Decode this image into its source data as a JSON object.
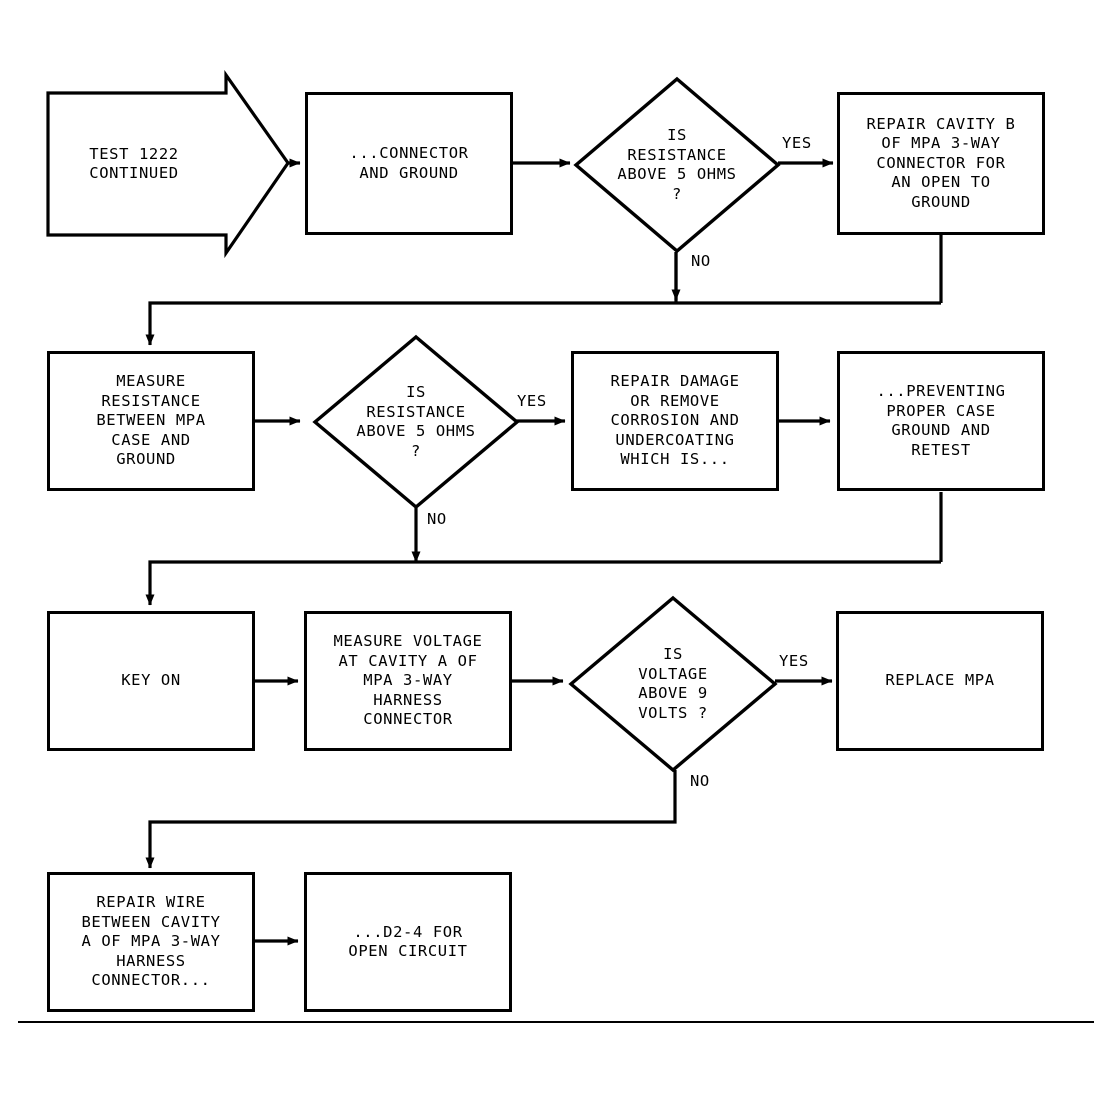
{
  "diagram": {
    "title": "TEST 1222 CONTINUED diagnostic flowchart",
    "line_color": "#000000",
    "background": "#ffffff",
    "nodes": [
      {
        "id": "n1",
        "kind": "arrow-banner",
        "name": "test-continued-banner",
        "text": "TEST 1222\nCONTINUED"
      },
      {
        "id": "n2",
        "kind": "process",
        "name": "connector-and-ground-box",
        "text": "...CONNECTOR\nAND GROUND"
      },
      {
        "id": "n3",
        "kind": "decision",
        "name": "resistance-above-5-ohms-decision-1",
        "text": "IS\nRESISTANCE\nABOVE 5 OHMS\n?"
      },
      {
        "id": "n4",
        "kind": "process",
        "name": "repair-cavity-b-box",
        "text": "REPAIR CAVITY B\nOF MPA 3-WAY\nCONNECTOR FOR\nAN OPEN TO\nGROUND"
      },
      {
        "id": "n5",
        "kind": "process",
        "name": "measure-resistance-mpa-case-box",
        "text": "MEASURE\nRESISTANCE\nBETWEEN MPA\nCASE AND\nGROUND "
      },
      {
        "id": "n6",
        "kind": "decision",
        "name": "resistance-above-5-ohms-decision-2",
        "text": "IS\nRESISTANCE\nABOVE 5 OHMS\n?"
      },
      {
        "id": "n7",
        "kind": "process",
        "name": "repair-damage-remove-corrosion-box",
        "text": "REPAIR DAMAGE\nOR REMOVE\nCORROSION AND\nUNDERCOATING\nWHICH IS..."
      },
      {
        "id": "n8",
        "kind": "process",
        "name": "preventing-proper-case-ground-box",
        "text": "...PREVENTING\nPROPER CASE\nGROUND AND\nRETEST"
      },
      {
        "id": "n9",
        "kind": "process",
        "name": "key-on-box",
        "text": "KEY ON"
      },
      {
        "id": "n10",
        "kind": "process",
        "name": "measure-voltage-cavity-a-box",
        "text": "MEASURE VOLTAGE\nAT CAVITY A OF\nMPA 3-WAY\nHARNESS\nCONNECTOR"
      },
      {
        "id": "n11",
        "kind": "decision",
        "name": "voltage-above-9-volts-decision",
        "text": "IS\nVOLTAGE\nABOVE 9\nVOLTS ?"
      },
      {
        "id": "n12",
        "kind": "process",
        "name": "replace-mpa-box",
        "text": "REPLACE MPA"
      },
      {
        "id": "n13",
        "kind": "process",
        "name": "repair-wire-cavity-a-box",
        "text": "REPAIR WIRE\nBETWEEN CAVITY\nA OF MPA 3-WAY\nHARNESS\nCONNECTOR..."
      },
      {
        "id": "n14",
        "kind": "process",
        "name": "d2-4-open-circuit-box",
        "text": "...D2-4 FOR\nOPEN CIRCUIT"
      }
    ],
    "edge_labels": [
      {
        "id": "e1",
        "name": "edge-label-yes-row1",
        "text": "YES"
      },
      {
        "id": "e2",
        "name": "edge-label-no-row1",
        "text": "NO"
      },
      {
        "id": "e3",
        "name": "edge-label-yes-row2",
        "text": "YES"
      },
      {
        "id": "e4",
        "name": "edge-label-no-row2",
        "text": "NO"
      },
      {
        "id": "e5",
        "name": "edge-label-yes-row3",
        "text": "YES"
      },
      {
        "id": "e6",
        "name": "edge-label-no-row3",
        "text": "NO"
      }
    ]
  }
}
